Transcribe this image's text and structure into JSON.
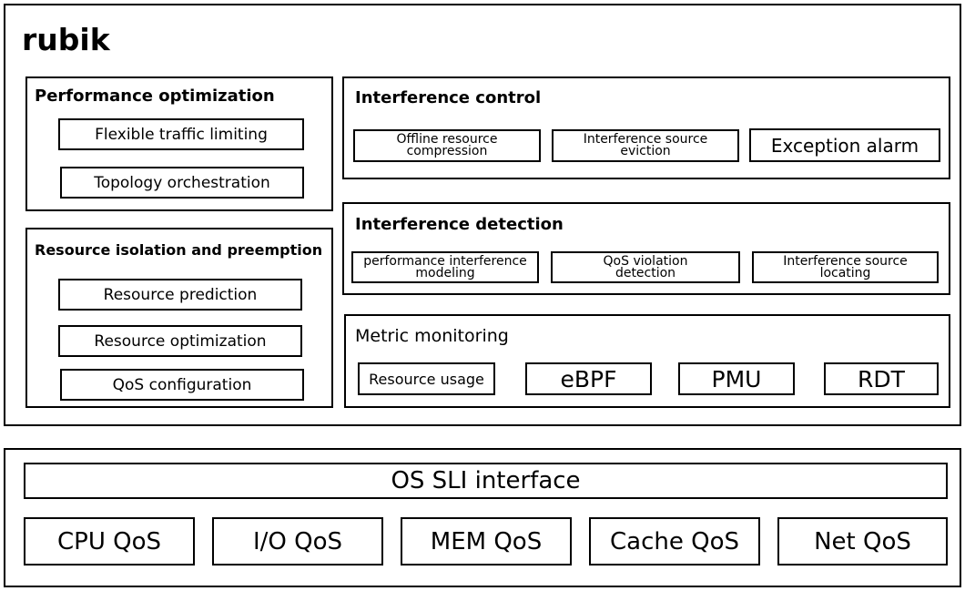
{
  "rubik": {
    "title": "rubik",
    "performance": {
      "title": "Performance optimization",
      "items": [
        "Flexible traffic limiting",
        "Topology orchestration"
      ]
    },
    "isolation": {
      "title": "Resource isolation and preemption",
      "items": [
        "Resource prediction",
        "Resource optimization",
        "QoS configuration"
      ]
    },
    "control": {
      "title": "Interference control",
      "items": [
        {
          "line1": "Offline resource",
          "line2": "compression"
        },
        {
          "line1": "Interference source",
          "line2": "eviction"
        },
        {
          "line1": "Exception alarm",
          "line2": ""
        }
      ]
    },
    "detection": {
      "title": "Interference detection",
      "items": [
        {
          "line1": "performance interference",
          "line2": "modeling"
        },
        {
          "line1": "QoS violation",
          "line2": "detection"
        },
        {
          "line1": "Interference source",
          "line2": "locating"
        }
      ]
    },
    "monitoring": {
      "title": "Metric monitoring",
      "items": [
        "Resource usage",
        "eBPF",
        "PMU",
        "RDT"
      ]
    }
  },
  "os": {
    "interface": "OS SLI interface",
    "qos": [
      "CPU QoS",
      "I/O QoS",
      "MEM QoS",
      "Cache QoS",
      "Net QoS"
    ]
  }
}
